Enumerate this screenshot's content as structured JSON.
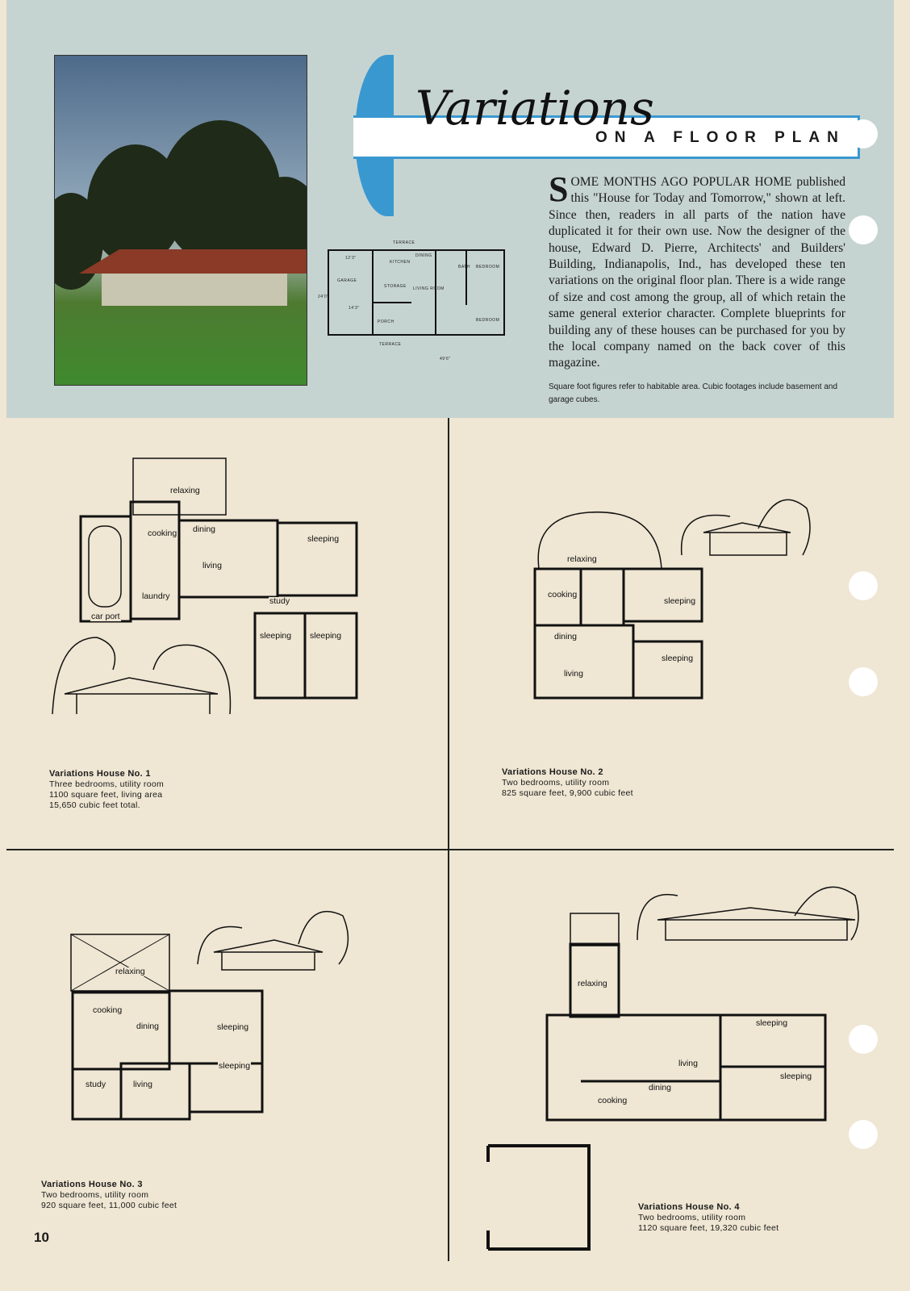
{
  "header": {
    "title_script": "Variations",
    "title_sub": "ON A FLOOR PLAN",
    "accent_color": "#3a98d0"
  },
  "intro": {
    "drop_cap": "S",
    "lead": "OME MONTHS AGO POPULAR HOME",
    "body": " published this \"House for Today and Tomorrow,\" shown at left. Since then, readers in all parts of the nation have duplicated it for their own use. Now the designer of the house, Edward D. Pierre, Architects' and Builders' Building, Indianapolis, Ind., has developed these ten variations on the original floor plan. There is a wide range of size and cost among the group, all of which retain the same general exterior character. Complete blueprints for building any of these houses can be purchased for you by the local company named on the back cover of this magazine.",
    "note": "Square foot figures refer to habitable area. Cubic footages include basement and garage cubes."
  },
  "original_plan": {
    "labels": [
      "TERRACE",
      "KITCHEN",
      "DINING",
      "BATH",
      "BEDROOM",
      "GARAGE",
      "LIVING ROOM",
      "STORAGE",
      "PORCH",
      "TERRACE",
      "BEDROOM",
      "12'3\"",
      "14'3\"",
      "24'0\"",
      "49'6\""
    ]
  },
  "houses": [
    {
      "title": "Variations House No. 1",
      "lines": [
        "Three bedrooms, utility room",
        "1100 square feet, living area",
        "15,650 cubic feet total."
      ],
      "rooms": [
        "relaxing",
        "cooking",
        "dining",
        "sleeping",
        "living",
        "laundry",
        "study",
        "car port",
        "sleeping",
        "sleeping"
      ]
    },
    {
      "title": "Variations House No. 2",
      "lines": [
        "Two bedrooms, utility room",
        "825 square feet, 9,900 cubic feet"
      ],
      "rooms": [
        "relaxing",
        "cooking",
        "sleeping",
        "dining",
        "sleeping",
        "living"
      ]
    },
    {
      "title": "Variations House No. 3",
      "lines": [
        "Two bedrooms, utility room",
        "920 square feet, 11,000 cubic feet"
      ],
      "rooms": [
        "relaxing",
        "cooking",
        "dining",
        "sleeping",
        "sleeping",
        "study",
        "living"
      ]
    },
    {
      "title": "Variations House No. 4",
      "lines": [
        "Two bedrooms, utility room",
        "1120 square feet, 19,320 cubic feet"
      ],
      "rooms": [
        "relaxing",
        "sleeping",
        "living",
        "sleeping",
        "dining",
        "cooking"
      ]
    }
  ],
  "page_number": "10"
}
